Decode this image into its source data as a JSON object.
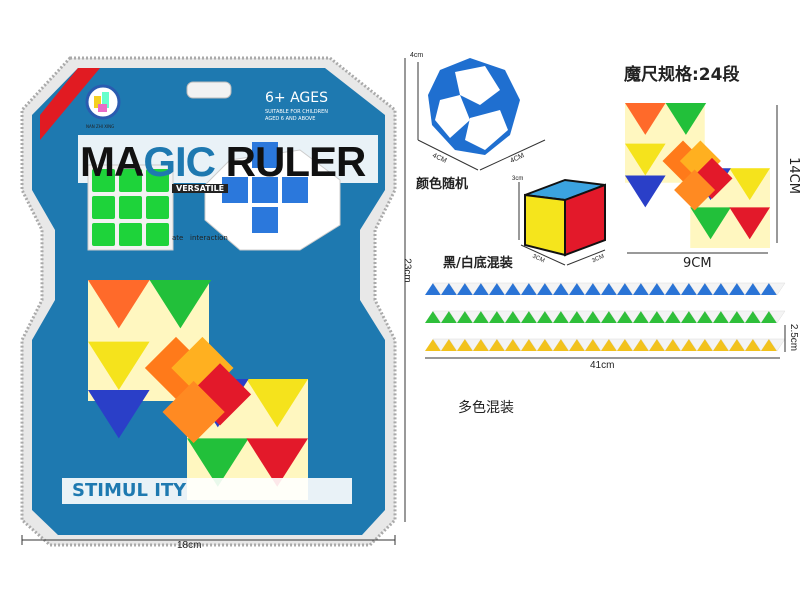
{
  "package": {
    "brand": "NAN ZHI XING",
    "title_part1": "MA",
    "title_part2": "GIC",
    "title_part3": "RULER",
    "age": "6+ AGES",
    "age_note1": "SUITABLE FOR CHILDREN",
    "age_note2": "AGED 6 AND ABOVE",
    "tagline": "VERSATILE",
    "feature1": "ate",
    "feature2": "interaction",
    "banner": "STIMUL                 ITY",
    "width_label": "18cm",
    "height_label": "23cm",
    "colors": {
      "panel": "#1e79b0",
      "frame": "#e6e6e6",
      "accent_red": "#e11b22"
    }
  },
  "snake_ball": {
    "height": "4cm",
    "width1": "4CM",
    "width2": "4CM",
    "note": "颜色随机",
    "color": "#1f6fd0"
  },
  "cube": {
    "height": "3cm",
    "width1": "3CM",
    "width2": "3CM",
    "note": "黑/白底混装"
  },
  "spec": {
    "title": "魔尺规格:24段",
    "height": "14CM",
    "width": "9CM"
  },
  "strips": {
    "length": "41cm",
    "thickness": "2.5cm",
    "note": "多色混装",
    "colors": [
      "#2a74d6",
      "#2fbf3a",
      "#f2c21c"
    ]
  }
}
